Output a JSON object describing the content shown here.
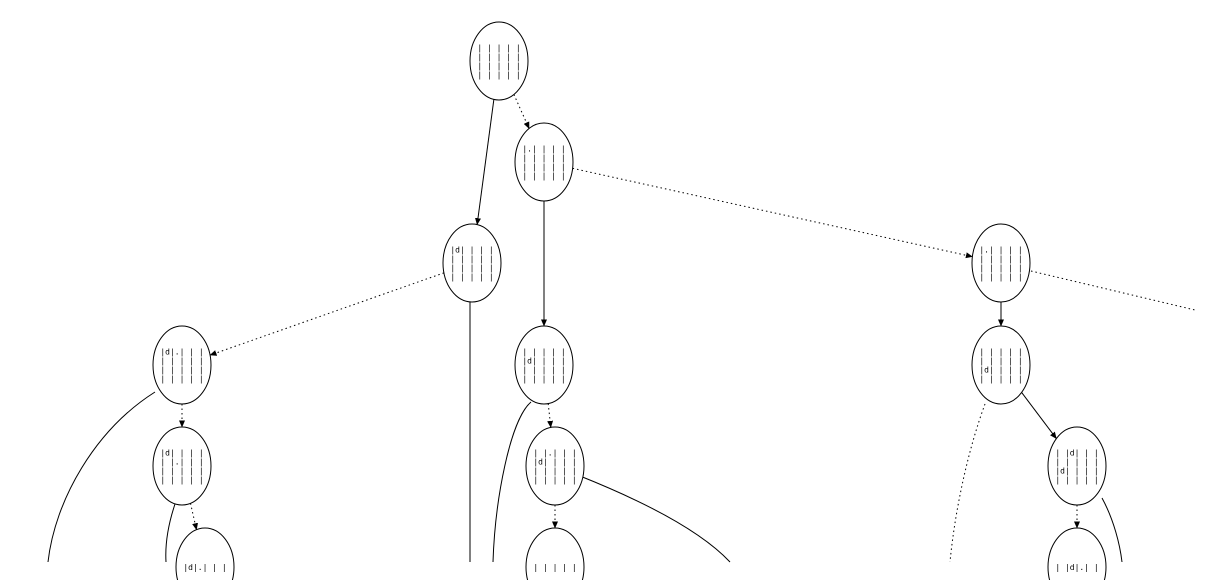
{
  "diagram": {
    "nodes": [
      {
        "id": "n0",
        "lines": [
          "| | | | |",
          "| | | | |",
          "| | | | |",
          "| | | | |"
        ]
      },
      {
        "id": "n1",
        "lines": [
          "|.| | | |",
          "| | | | |",
          "| | | | |",
          "| | | | |"
        ]
      },
      {
        "id": "n2",
        "lines": [
          "|d| | | |",
          "| | | | |",
          "| | | | |",
          "| | | | |"
        ]
      },
      {
        "id": "n3",
        "lines": [
          "| | | | |",
          "|d| | | |",
          "| | | | |",
          "| | | | |"
        ]
      },
      {
        "id": "n4",
        "lines": [
          "| |.| | |",
          "|d| | | |",
          "| | | | |",
          "| | | | |"
        ]
      },
      {
        "id": "n5",
        "lines": [
          "| | | | |"
        ]
      },
      {
        "id": "n6",
        "lines": [
          "|d|.| | |",
          "| | | | |",
          "| | | | |",
          "| | | | |"
        ]
      },
      {
        "id": "n7",
        "lines": [
          "|d| | | |",
          "| |.| | |",
          "| | | | |",
          "| | | | |"
        ]
      },
      {
        "id": "n8",
        "lines": [
          "|d|.| | |"
        ]
      },
      {
        "id": "n9",
        "lines": [
          "|.| | | |",
          "| | | | |",
          "| | | | |",
          "| | | | |"
        ]
      },
      {
        "id": "n10",
        "lines": [
          "| | | | |",
          "| | | | |",
          "|d| | | |",
          "| | | | |"
        ]
      },
      {
        "id": "n11",
        "lines": [
          "| |d| | |",
          "| | | | |",
          "|d| | | |",
          "| | | | |"
        ]
      },
      {
        "id": "n12",
        "lines": [
          "| |d|.| |"
        ]
      }
    ],
    "edges": [
      {
        "from": "n0",
        "to": "n2",
        "style": "solid"
      },
      {
        "from": "n0",
        "to": "n1",
        "style": "dotted"
      },
      {
        "from": "n1",
        "to": "n3",
        "style": "solid"
      },
      {
        "from": "n1",
        "to": "n9",
        "style": "dotted"
      },
      {
        "from": "n2",
        "to": "n6",
        "style": "dotted"
      },
      {
        "from": "n3",
        "to": "n4",
        "style": "dotted"
      },
      {
        "from": "n4",
        "to": "n5",
        "style": "dotted"
      },
      {
        "from": "n6",
        "to": "n7",
        "style": "dotted"
      },
      {
        "from": "n7",
        "to": "n8",
        "style": "dotted"
      },
      {
        "from": "n9",
        "to": "n10",
        "style": "solid"
      },
      {
        "from": "n10",
        "to": "n11",
        "style": "solid"
      },
      {
        "from": "n11",
        "to": "n12",
        "style": "dotted"
      }
    ]
  }
}
